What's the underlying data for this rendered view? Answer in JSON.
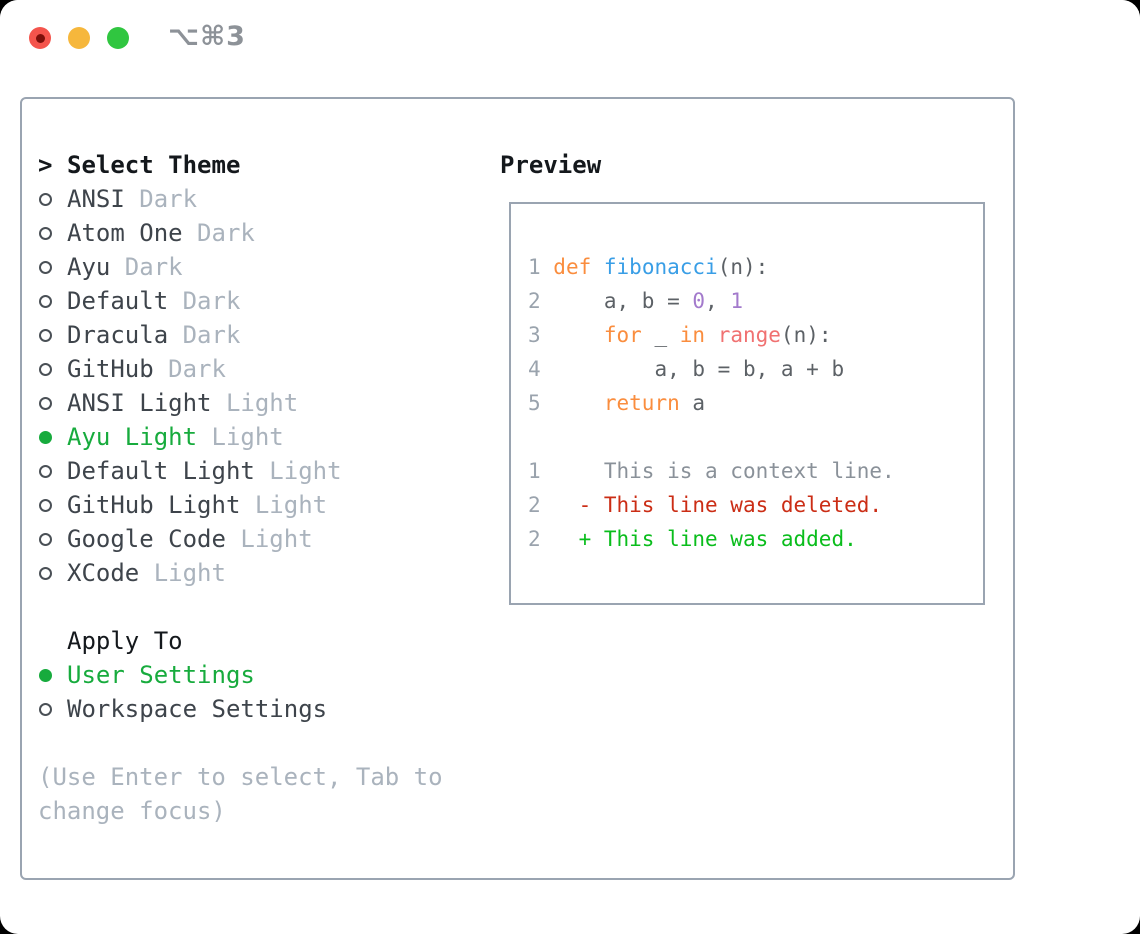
{
  "window": {
    "shortcut": "⌥⌘3"
  },
  "theme_panel": {
    "prompt": ">",
    "header": "Select Theme",
    "items": [
      {
        "name": "ANSI",
        "variant": "Dark",
        "selected": false
      },
      {
        "name": "Atom One",
        "variant": "Dark",
        "selected": false
      },
      {
        "name": "Ayu",
        "variant": "Dark",
        "selected": false
      },
      {
        "name": "Default",
        "variant": "Dark",
        "selected": false
      },
      {
        "name": "Dracula",
        "variant": "Dark",
        "selected": false
      },
      {
        "name": "GitHub",
        "variant": "Dark",
        "selected": false
      },
      {
        "name": "ANSI Light",
        "variant": "Light",
        "selected": false
      },
      {
        "name": "Ayu Light",
        "variant": "Light",
        "selected": true
      },
      {
        "name": "Default Light",
        "variant": "Light",
        "selected": false
      },
      {
        "name": "GitHub Light",
        "variant": "Light",
        "selected": false
      },
      {
        "name": "Google Code",
        "variant": "Light",
        "selected": false
      },
      {
        "name": "XCode",
        "variant": "Light",
        "selected": false
      }
    ],
    "apply_header": "Apply To",
    "apply_options": [
      {
        "label": "User Settings",
        "selected": true
      },
      {
        "label": "Workspace Settings",
        "selected": false
      }
    ],
    "hint": "(Use Enter to select, Tab to change focus)"
  },
  "preview_panel": {
    "header": "Preview",
    "lines": [
      [
        {
          "t": "1 ",
          "c": "num"
        },
        {
          "t": "def",
          "c": "kw"
        },
        {
          "t": " ",
          "c": "plain"
        },
        {
          "t": "fibonacci",
          "c": "fn"
        },
        {
          "t": "(n):",
          "c": "plain"
        }
      ],
      [
        {
          "t": "2 ",
          "c": "num"
        },
        {
          "t": "    a, b = ",
          "c": "plain"
        },
        {
          "t": "0",
          "c": "lit"
        },
        {
          "t": ", ",
          "c": "plain"
        },
        {
          "t": "1",
          "c": "lit"
        }
      ],
      [
        {
          "t": "3 ",
          "c": "num"
        },
        {
          "t": "    ",
          "c": "plain"
        },
        {
          "t": "for",
          "c": "kw"
        },
        {
          "t": " _ ",
          "c": "plain"
        },
        {
          "t": "in",
          "c": "kw"
        },
        {
          "t": " ",
          "c": "plain"
        },
        {
          "t": "range",
          "c": "call"
        },
        {
          "t": "(n):",
          "c": "plain"
        }
      ],
      [
        {
          "t": "4 ",
          "c": "num"
        },
        {
          "t": "        a, b = b, a + b",
          "c": "plain"
        }
      ],
      [
        {
          "t": "5 ",
          "c": "num"
        },
        {
          "t": "    ",
          "c": "plain"
        },
        {
          "t": "return",
          "c": "kw"
        },
        {
          "t": " a",
          "c": "plain"
        }
      ],
      [],
      [
        {
          "t": "1",
          "c": "num"
        },
        {
          "t": "     This is a context line.",
          "c": "ctx"
        }
      ],
      [
        {
          "t": "2",
          "c": "num"
        },
        {
          "t": "   - This line was deleted.",
          "c": "del"
        }
      ],
      [
        {
          "t": "2",
          "c": "num"
        },
        {
          "t": "   + This line was added.",
          "c": "add"
        }
      ]
    ]
  },
  "colors": {
    "border-gray": "#9aa4b1",
    "header-black": "#14181c",
    "text-dark": "#3e444b",
    "muted-gray": "#aab3bd",
    "selected-green": "#17ab3d",
    "shortcut-gray": "#8d9298",
    "traffic-red": "#f4544c",
    "traffic-red-dot": "#7c0f0a",
    "traffic-yellow": "#f6b73c",
    "traffic-green": "#30c640",
    "linenum-gray": "#9aa3ad",
    "keyword-orange": "#fa8d3e",
    "function-blue": "#399ee6",
    "number-purple": "#a37acc",
    "call-coral": "#f07171",
    "code-plain": "#5c6166",
    "context-gray": "#8a9199",
    "deleted-red": "#cb2d15",
    "added-green": "#0abd1c"
  }
}
